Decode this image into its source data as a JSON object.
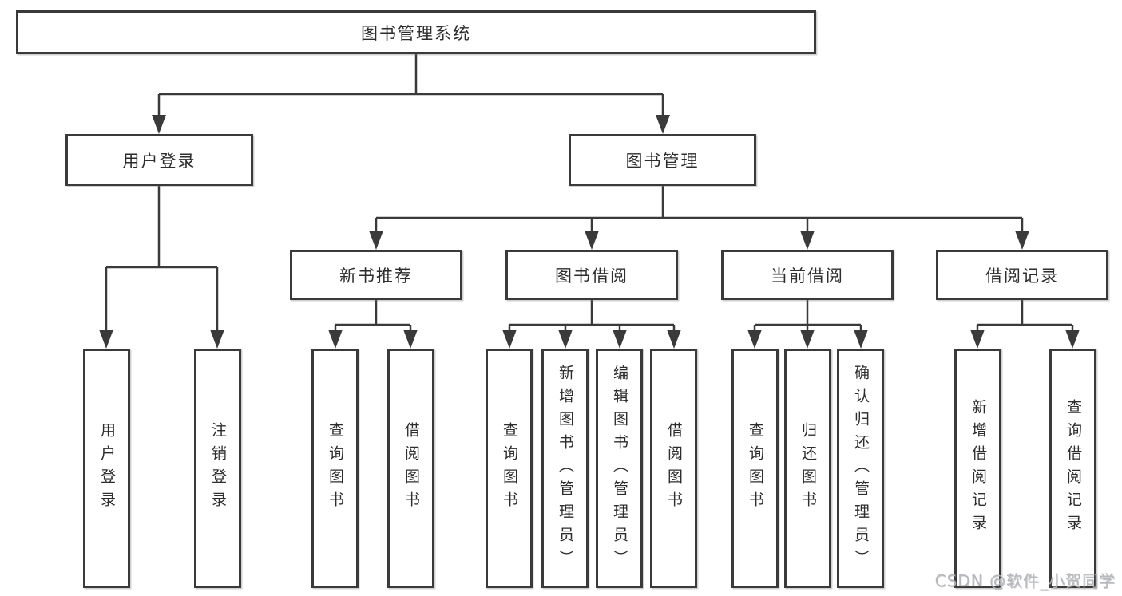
{
  "nodes": {
    "root": "图书管理系统",
    "user_login": "用户登录",
    "book_mgmt": "图书管理",
    "new_book": "新书推荐",
    "book_borrow": "图书借阅",
    "current_borrow": "当前借阅",
    "borrow_record": "借阅记录",
    "leaves": {
      "user_login_1": "用户登录",
      "user_login_2": "注销登录",
      "new_book_1": "查询图书",
      "new_book_2": "借阅图书",
      "book_borrow_1": "查询图书",
      "book_borrow_2": "新增图书（管理员）",
      "book_borrow_3": "编辑图书（管理员）",
      "book_borrow_4": "借阅图书",
      "current_borrow_1": "查询图书",
      "current_borrow_2": "归还图书",
      "current_borrow_3": "确认归还（管理员）",
      "borrow_record_1": "新增借阅记录",
      "borrow_record_2": "查询借阅记录"
    }
  },
  "watermark": "CSDN @软件_小贺同学",
  "colors": {
    "line": "#3a3a3a",
    "box_border": "#3a3a3a",
    "text": "#2d2d2d",
    "watermark": "#b2b5ba"
  }
}
